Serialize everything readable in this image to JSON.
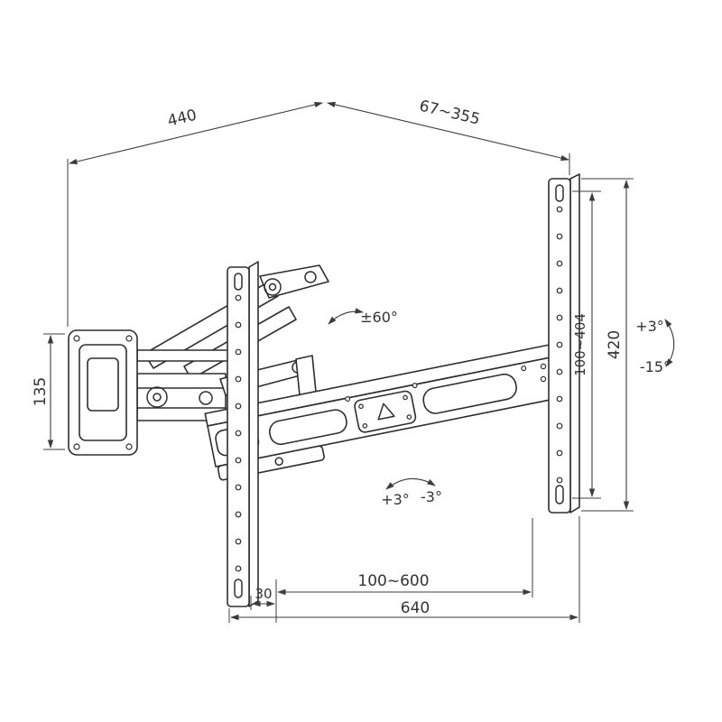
{
  "drawing": {
    "type": "technical-dimension-diagram",
    "subject": "articulating full-motion TV wall mount, isometric line drawing",
    "colors": {
      "background": "#ffffff",
      "outline": "#2e2e2e",
      "dimension": "#3c3c3c"
    },
    "labels": {
      "width_top": "440",
      "extension_depth": "67~355",
      "wall_plate_height": "135",
      "vesa_vertical_range": "100~404",
      "bracket_height": "420",
      "tilt_up": "+3°",
      "tilt_down": "-15°",
      "swivel_range": "±60°",
      "post_level_plus": "+3°",
      "post_level_minus": "-3°",
      "vesa_horizontal_range": "100~600",
      "total_width": "640",
      "edge_offset": "30"
    }
  }
}
